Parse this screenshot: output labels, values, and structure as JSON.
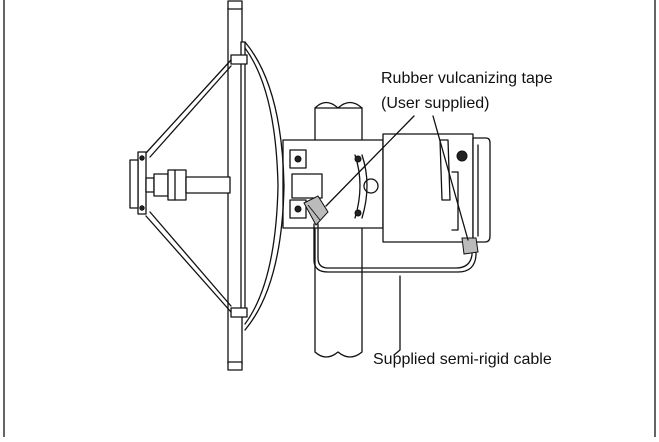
{
  "labels": {
    "tape_line1": "Rubber vulcanizing tape",
    "tape_line2": "(User supplied)",
    "cable": "Supplied semi-rigid cable"
  }
}
